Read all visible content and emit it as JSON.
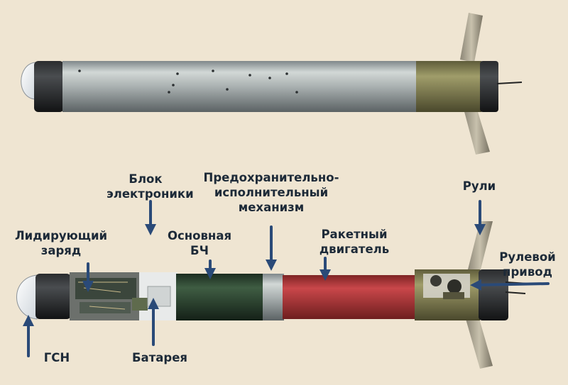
{
  "labels": {
    "electronics_block": [
      "Блок",
      "электроники"
    ],
    "safety_arming_mechanism": [
      "Предохранительно-",
      "исполнительный",
      "механизм"
    ],
    "control_fins": "Рули",
    "precursor_charge": [
      "Лидирующий",
      "заряд"
    ],
    "main_warhead": [
      "Основная",
      "БЧ"
    ],
    "rocket_motor": [
      "Ракетный",
      "двигатель"
    ],
    "fin_actuator": [
      "Рулевой",
      "привод"
    ],
    "seeker": "ГСН",
    "battery": "Батарея"
  },
  "colors": {
    "background": "#efe5d2",
    "label_text": "#1d2a38",
    "arrow": "#2a4a78",
    "body_silver": "#a9b0b0",
    "warhead_green": "#2f4a33",
    "motor_red": "#b3393a",
    "tail_olive": "#8a8758"
  },
  "icons": {
    "arrow": "down-arrow-icon"
  }
}
